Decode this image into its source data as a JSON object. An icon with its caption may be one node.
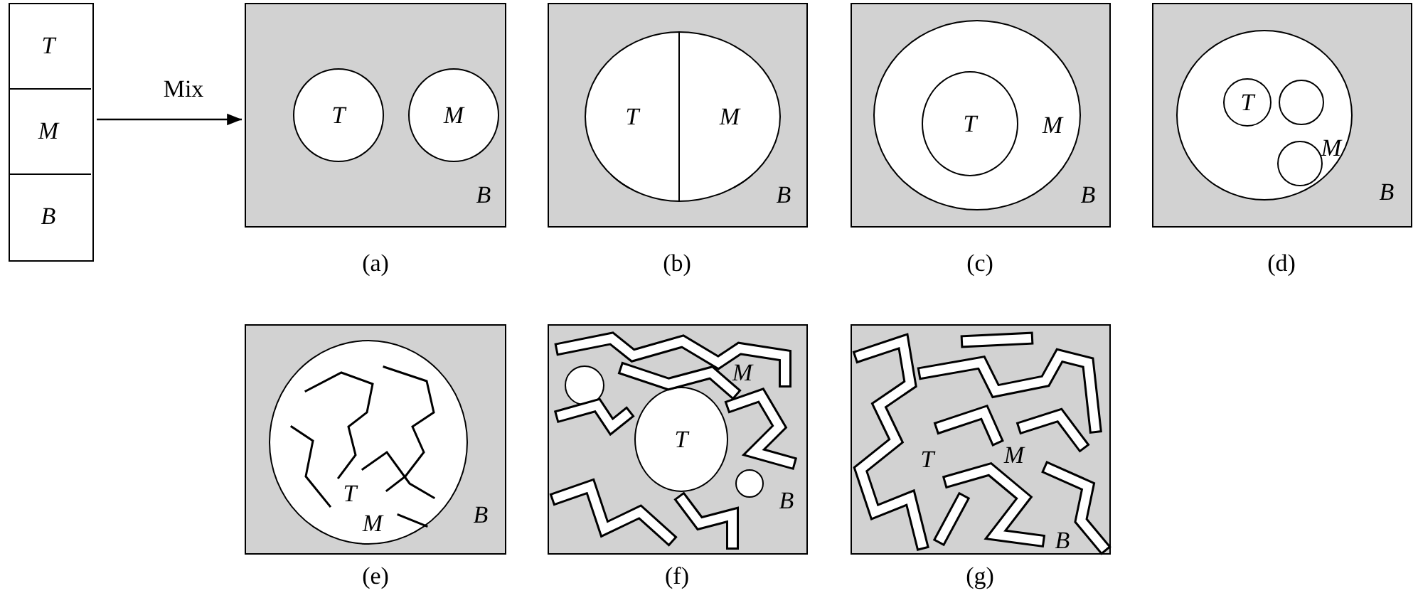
{
  "diagram": {
    "nodes": [
      {
        "text": [],
        "shape": "box"
      },
      {
        "text": [
          "T"
        ],
        "in": 0
      },
      {
        "text": [
          "M"
        ],
        "in": 0
      },
      {
        "text": [
          "B"
        ],
        "in": 0
      },
      {
        "text": [
          "B"
        ],
        "beside": [
          "(a)"
        ]
      },
      {
        "text": [
          "T"
        ],
        "in": 4
      },
      {
        "text": [
          "M"
        ],
        "in": 4
      },
      {
        "text": [
          "B"
        ],
        "beside": [
          "(b)"
        ]
      },
      {
        "text": [
          "T"
        ],
        "in": 7
      },
      {
        "text": [
          "M"
        ],
        "in": 7
      },
      {
        "text": [
          "B"
        ],
        "beside": [
          "(c)"
        ]
      },
      {
        "text": [
          "M"
        ],
        "in": 10
      },
      {
        "text": [
          "T"
        ],
        "in": 11
      },
      {
        "text": [
          "B"
        ],
        "beside": [
          "(d)"
        ]
      },
      {
        "text": [
          "M"
        ],
        "in": 13
      },
      {
        "text": [
          "T"
        ],
        "in": 14
      },
      {
        "text": [],
        "shape": "circle",
        "in": 14
      },
      {
        "text": [],
        "shape": "circle",
        "in": 14
      },
      {
        "text": [
          "B"
        ],
        "beside": [
          "(e)"
        ]
      },
      {
        "text": [
          "T",
          "M"
        ],
        "in": 18
      },
      {
        "text": [
          "M",
          "B"
        ],
        "beside": [
          "(f)"
        ]
      },
      {
        "text": [],
        "shape": "circle",
        "in": 20
      },
      {
        "text": [
          "T"
        ],
        "in": 20
      },
      {
        "text": [],
        "shape": "circle",
        "in": 20
      },
      {
        "text": [
          "T",
          "M",
          "B"
        ],
        "beside": [
          "(g)"
        ]
      }
    ],
    "edges": [
      {
        "from": 0,
        "to": 4,
        "arrow": "to",
        "label": "Mix"
      }
    ]
  }
}
